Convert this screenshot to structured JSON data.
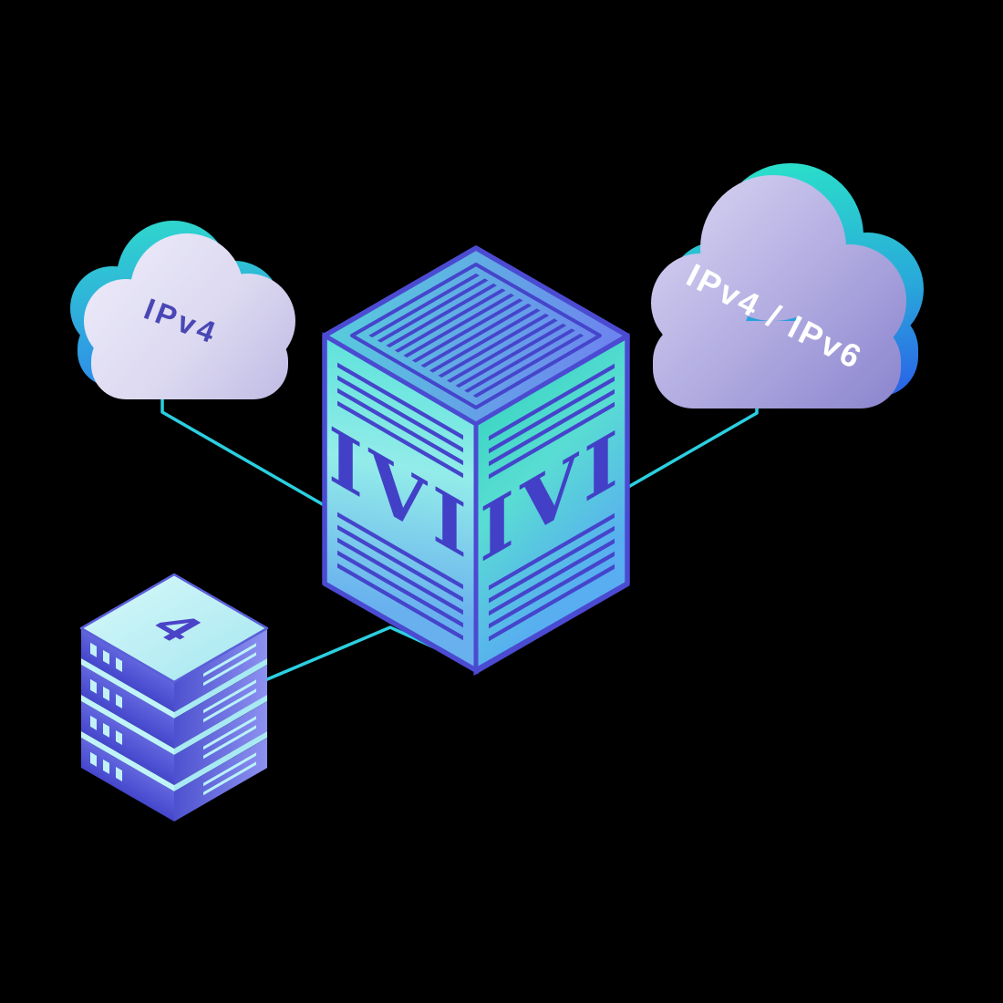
{
  "diagram": {
    "background_color": "#000000",
    "connector_color": "#2bcfe0",
    "left_cloud": {
      "label": "IPv4",
      "label_color": "#4a47b5",
      "body_color": "#d9d6f0",
      "accent_color": "#2fdfca"
    },
    "right_cloud": {
      "label": "IPv4 / IPv6",
      "label_color": "#ffffff",
      "body_color": "#a9a4dd",
      "accent_color": "#2ae0c9"
    },
    "cube": {
      "left_face_label": "IVI",
      "right_face_label": "IVI",
      "label_color": "#4240c6",
      "edge_color": "#4b4bd2",
      "face_teal": "#5fe2db",
      "face_blue": "#68b0ee"
    },
    "server_stack": {
      "label": "4",
      "label_color": "#4a43c8",
      "body_color": "#5559d6",
      "top_color": "#c8f4f6"
    }
  }
}
